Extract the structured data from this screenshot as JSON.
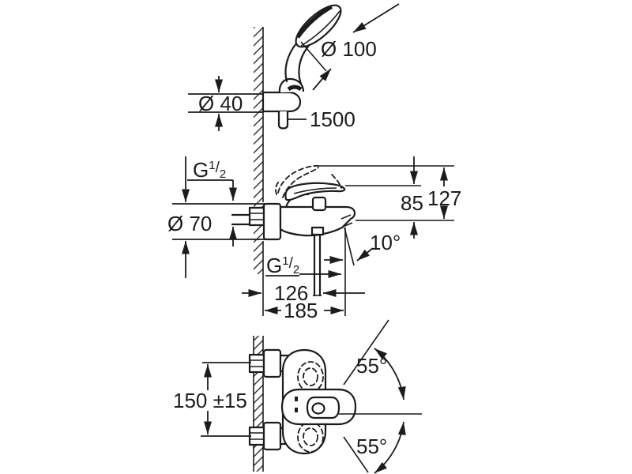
{
  "meta": {
    "background": "#ffffff",
    "line_color": "#1c1c1c",
    "drawing_kind": "bath-shower-mixer installation dimension drawing"
  },
  "views": {
    "hand_shower": {
      "dims": {
        "head_diameter": "Ø 100",
        "holder_diameter": "Ø 40",
        "hose_length": "1500"
      }
    },
    "side_view": {
      "dims": {
        "wall_thread": {
          "prefix": "G",
          "numerator": "1",
          "slash": "/",
          "denominator": "2"
        },
        "escutcheon_diameter": "Ø 70",
        "height_spout_to_lever": "85",
        "height_spout_to_lever_raised": "127",
        "spout_angle": "10°",
        "hose_outlet_thread": {
          "prefix": "G",
          "numerator": "1",
          "slash": "/",
          "denominator": "2"
        },
        "wall_to_hose_outlet": "126",
        "wall_to_spout_tip": "185"
      }
    },
    "front_view": {
      "dims": {
        "connection_centers": "150 ±15",
        "lever_swing_up": "55°",
        "lever_swing_down": "55°"
      }
    }
  }
}
